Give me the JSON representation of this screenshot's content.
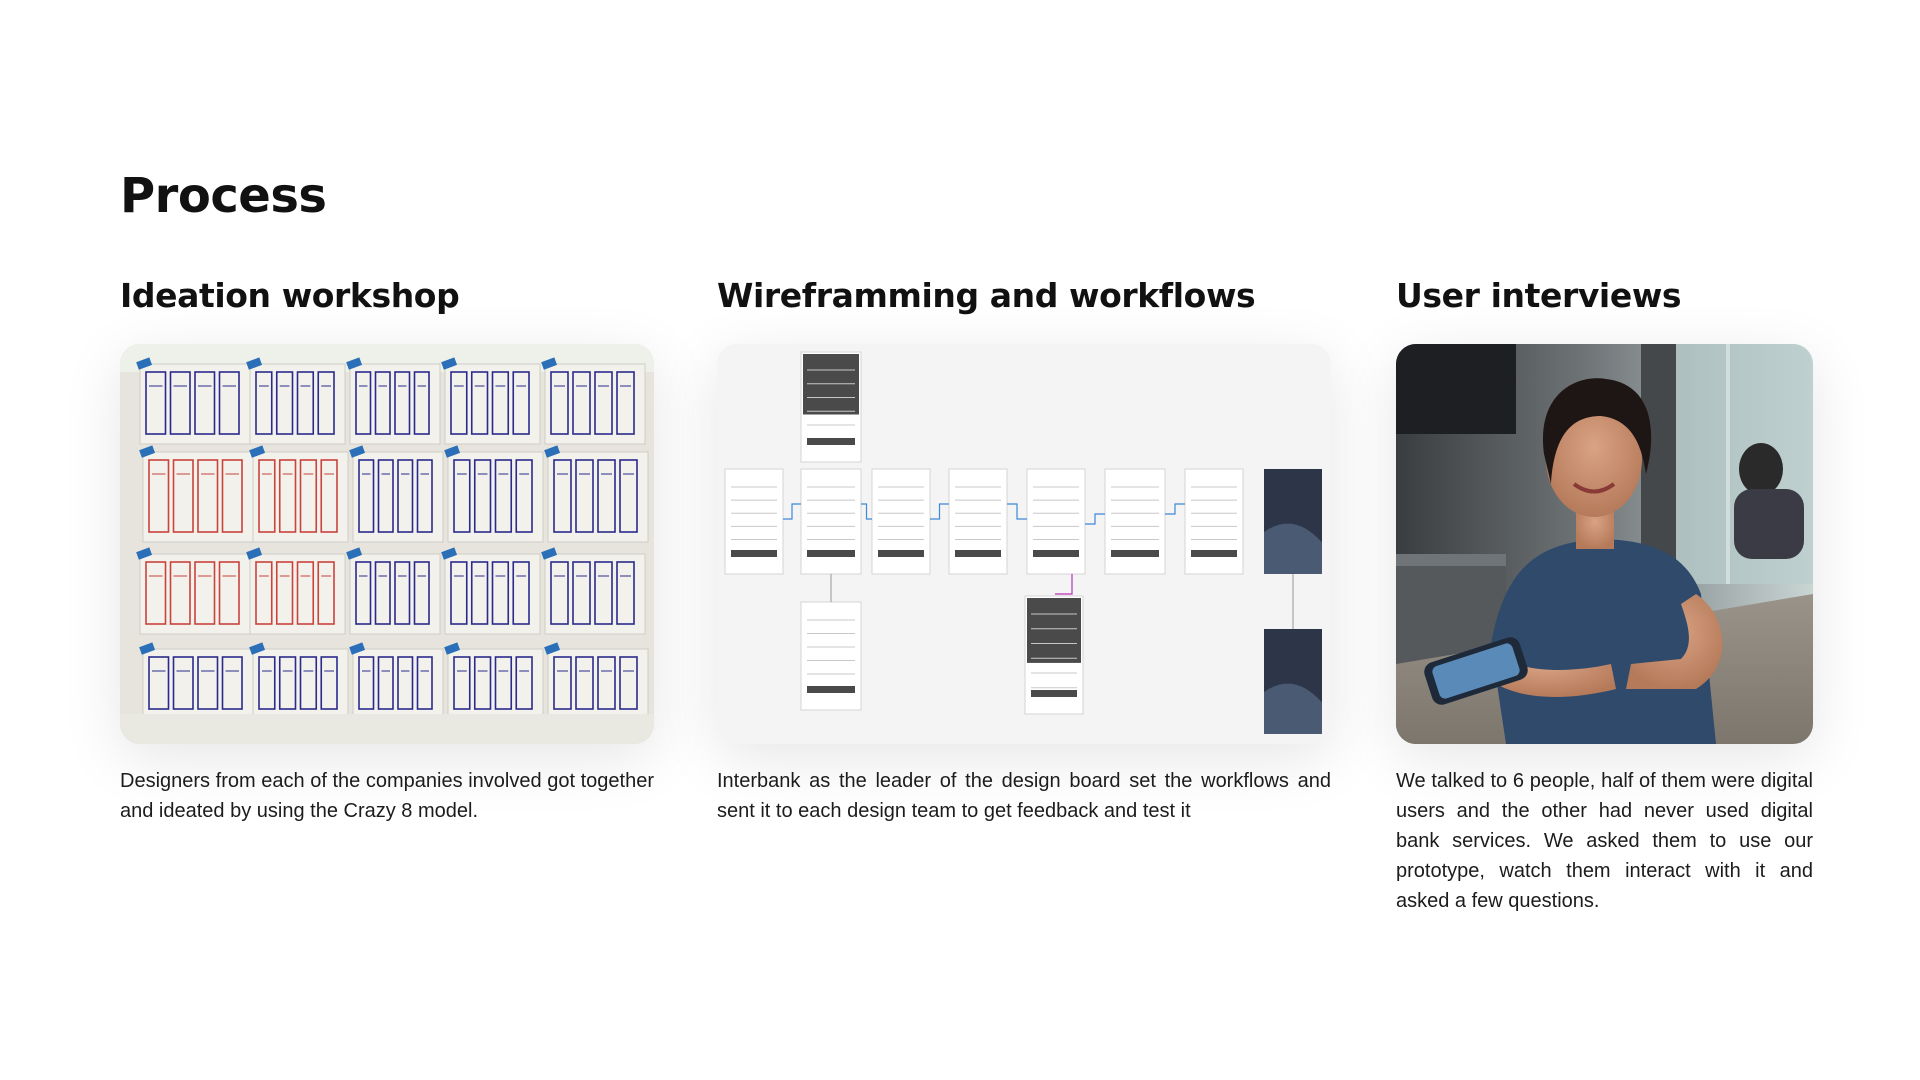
{
  "page": {
    "title": "Process"
  },
  "sections": [
    {
      "heading": "Ideation workshop",
      "image": "sketch-wall-photo",
      "description": "Designers from each of the companies involved got together and ideated by using the Crazy 8 model."
    },
    {
      "heading": "Wireframming and workflows",
      "image": "wireframe-flow-diagram",
      "description": "Interbank as the leader of the design board set the workflows and sent it to each design team to get feedback and test it"
    },
    {
      "heading": "User interviews",
      "image": "user-interview-photo",
      "description": "We talked to 6 people, half of them were digital users and the other had never used digital bank services. We asked them to use our prototype, watch them interact with it and asked a few questions."
    }
  ],
  "colors": {
    "text": "#111111",
    "paper": "#f2f1ec",
    "marker_blue": "#2b2a8c",
    "marker_red": "#c8443c",
    "tape_blue": "#2a6fb8",
    "wire_bg": "#f4f4f4",
    "wire_dark": "#4a4a4a",
    "wire_link": "#3d88d8",
    "wire_accent": "#c24fc2"
  }
}
